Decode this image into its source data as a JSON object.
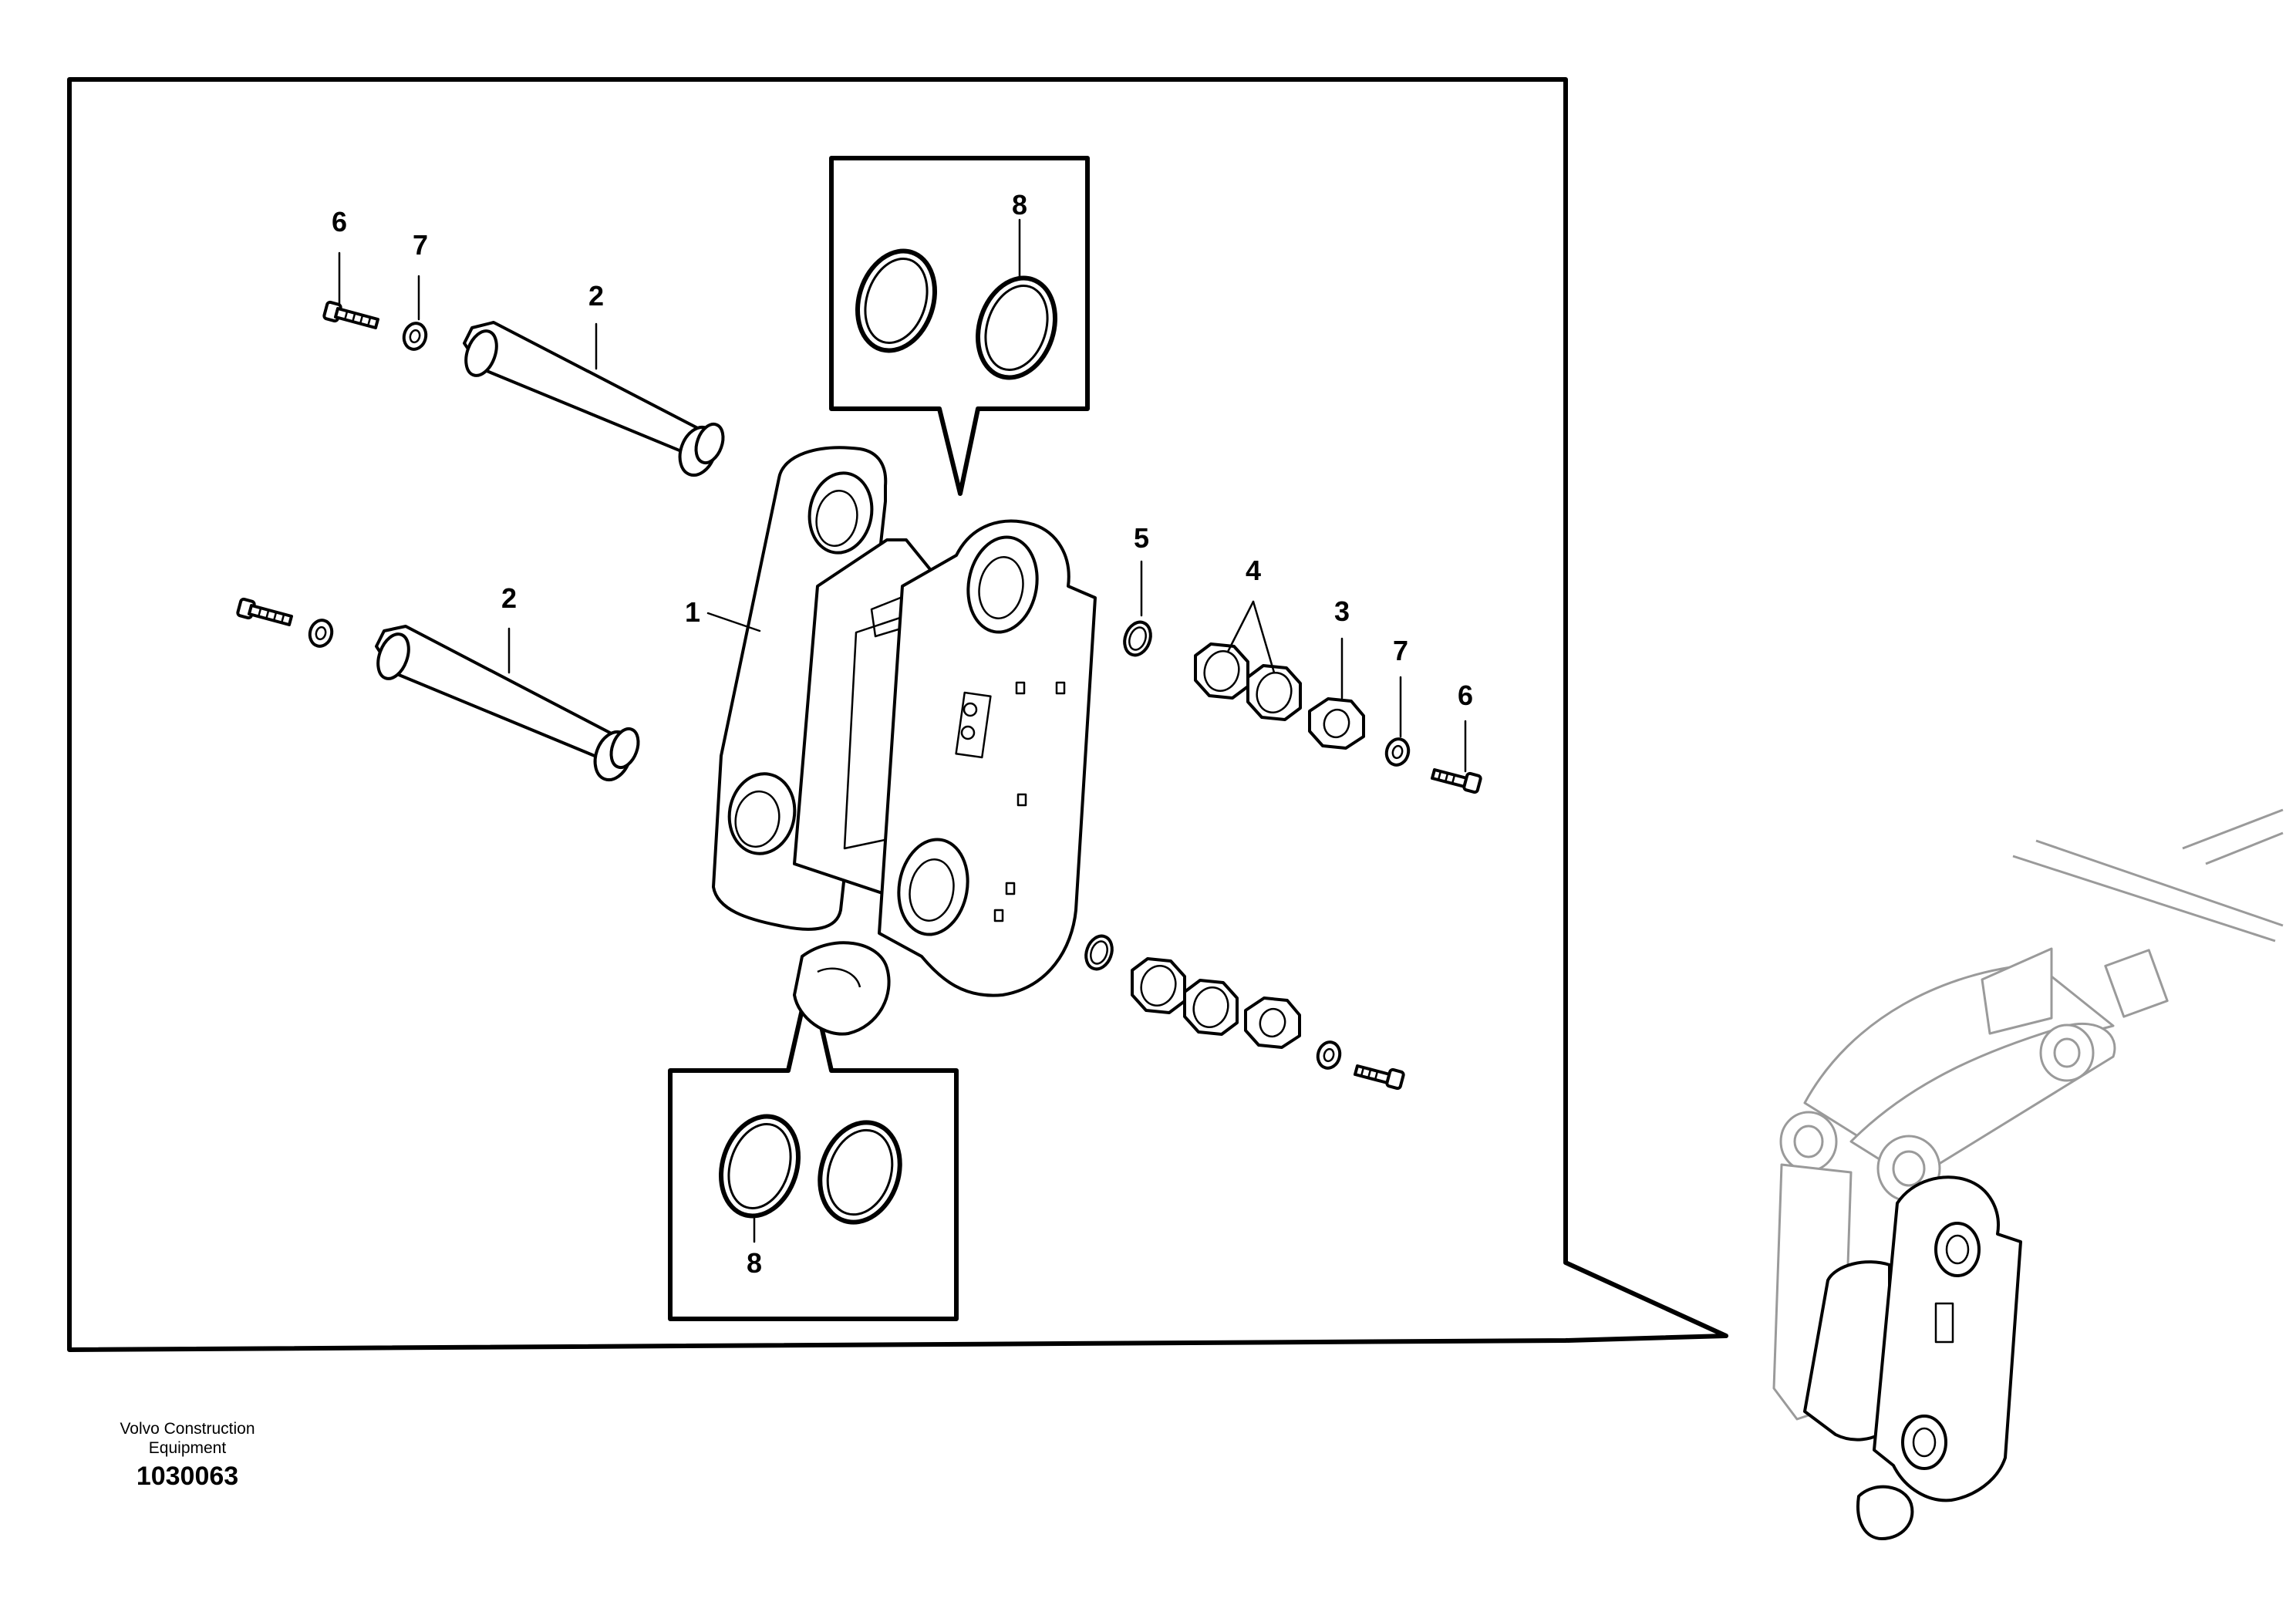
{
  "footer": {
    "publisher": "Volvo Construction Equipment",
    "document_number": "1030063"
  },
  "callouts": {
    "item_1": "1",
    "item_2_upper": "2",
    "item_2_lower": "2",
    "item_3": "3",
    "item_4": "4",
    "item_5": "5",
    "item_6_left": "6",
    "item_6_right": "6",
    "item_7_left": "7",
    "item_7_right": "7",
    "item_8_top": "8",
    "item_8_bottom": "8"
  }
}
